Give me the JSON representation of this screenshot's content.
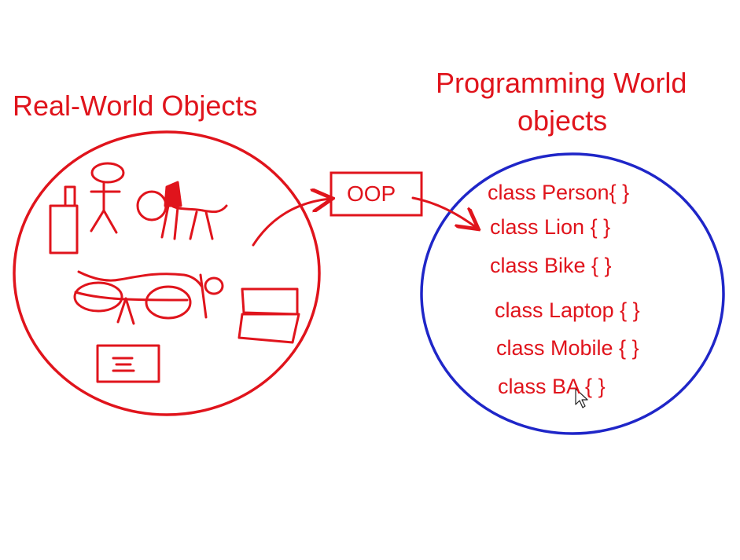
{
  "colors": {
    "red": "#e0141c",
    "blue": "#1f26c8",
    "ink": "#e0141c"
  },
  "left": {
    "title": "Real-World Objects",
    "drawings": [
      "phone-icon",
      "person-icon",
      "lion-icon",
      "bike-icon",
      "laptop-icon",
      "card-icon"
    ]
  },
  "middle": {
    "box_label": "OOP"
  },
  "right": {
    "title_line1": "Programming World",
    "title_line2": "objects",
    "classes": [
      "class Person{ }",
      "class Lion {  }",
      "class Bike {  }",
      "class Laptop { }",
      "class Mobile { }",
      "class BA { }"
    ]
  },
  "cursor": "mouse-pointer-icon"
}
